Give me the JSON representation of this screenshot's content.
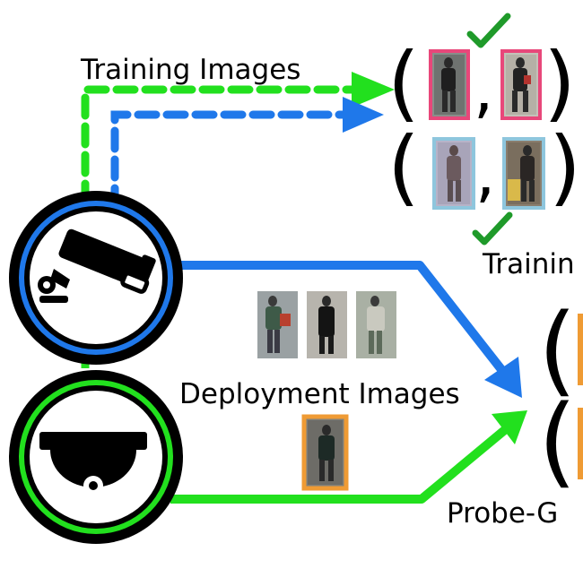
{
  "labels": {
    "training_images": "Training Images",
    "deployment_images": "Deployment Images",
    "training_pairs": "Trainin",
    "probe_gallery": "Probe-G"
  },
  "symbols": {
    "open_paren": "(",
    "close_paren": ")",
    "comma": ","
  },
  "colors": {
    "green": "#22e01e",
    "blue": "#1f78ea",
    "black": "#000000",
    "pink_frame": "#e8477a",
    "light_blue_frame": "#8ec6dd",
    "orange_frame": "#ef9b34",
    "check_green": "#1f9a2a"
  },
  "icons": {
    "camera_top": "cctv-camera-icon",
    "camera_bottom": "dome-camera-icon",
    "check": "checkmark-icon"
  }
}
